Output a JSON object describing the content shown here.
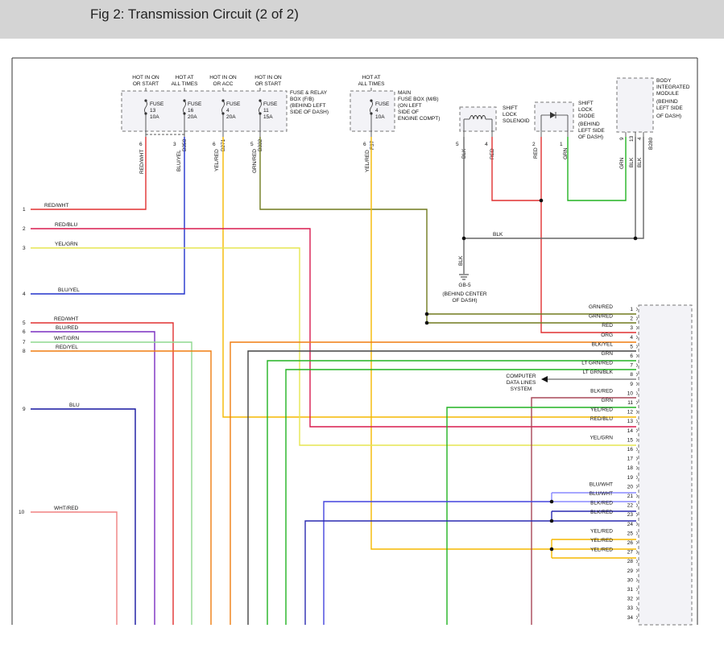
{
  "page": {
    "title": "Fig 2: Transmission Circuit (2 of 2)"
  },
  "diagram": {
    "fuse_box_fb": {
      "hot_labels": [
        [
          "HOT IN ON",
          "OR START"
        ],
        [
          "HOT AT",
          "ALL TIMES"
        ],
        [
          "HOT IN ON",
          "OR ACC"
        ],
        [
          "HOT IN ON",
          "OR START"
        ]
      ],
      "fuses": [
        [
          "FUSE",
          "13",
          "10A"
        ],
        [
          "FUSE",
          "16",
          "20A"
        ],
        [
          "FUSE",
          "4",
          "20A"
        ],
        [
          "FUSE",
          "11",
          "15A"
        ]
      ],
      "description": [
        "FUSE & RELAY",
        "BOX (F/B)",
        "(BEHIND LEFT",
        "SIDE OF DASH)"
      ],
      "pins": [
        "6",
        "3",
        "6",
        "5"
      ],
      "connectors": [
        "B358",
        "B271",
        "B332"
      ],
      "wires": [
        "RED/WHT",
        "BLU/YEL",
        "YEL/RED",
        "GRN/RED"
      ]
    },
    "main_fuse_box": {
      "hot_label": [
        "HOT AT",
        "ALL TIMES"
      ],
      "fuse": [
        "FUSE",
        "4",
        "10A"
      ],
      "description": [
        "MAIN",
        "FUSE BOX (M/B)",
        "(ON LEFT",
        "SIDE OF",
        "ENGINE COMPT)"
      ],
      "pin": "6",
      "connector": "F37",
      "wire": "YEL/RED"
    },
    "shift_lock_solenoid": {
      "label": [
        "SHIFT",
        "LOCK",
        "SOLENOID"
      ],
      "pins": [
        "5",
        "4"
      ],
      "wires": [
        "BLK",
        "RED"
      ]
    },
    "shift_lock_diode": {
      "label": [
        "SHIFT",
        "LOCK",
        "DIODE",
        "(BEHIND",
        "LEFT SIDE",
        "OF DASH)"
      ],
      "pins": [
        "2",
        "1"
      ],
      "wires": [
        "RED",
        "GRN"
      ]
    },
    "body_module": {
      "label": [
        "BODY",
        "INTEGRATED",
        "MODULE",
        "(BEHIND",
        "LEFT SIDE",
        "OF DASH)"
      ],
      "pins": [
        "9",
        "13",
        "4"
      ],
      "connector": "B280",
      "wires": [
        "GRN",
        "BLK",
        "BLK"
      ]
    },
    "ground": {
      "bus_label": "BLK",
      "wire": "BLK",
      "name": "GB-5",
      "location": [
        "(BEHIND CENTER",
        "OF DASH)"
      ]
    },
    "computer_data": [
      "COMPUTER",
      "DATA LINES",
      "SYSTEM"
    ],
    "left_circuits": [
      {
        "num": "1",
        "wire": "RED/WHT"
      },
      {
        "num": "2",
        "wire": "RED/BLU"
      },
      {
        "num": "3",
        "wire": "YEL/GRN"
      },
      {
        "num": "4",
        "wire": "BLU/YEL"
      },
      {
        "num": "5",
        "wire": "RED/WHT"
      },
      {
        "num": "6",
        "wire": "BLU/RED"
      },
      {
        "num": "7",
        "wire": "WHT/GRN"
      },
      {
        "num": "8",
        "wire": "RED/YEL"
      },
      {
        "num": "9",
        "wire": "BLU"
      },
      {
        "num": "10",
        "wire": "WHT/RED"
      }
    ],
    "connector_pins": [
      {
        "pin": "1",
        "wire": "GRN/RED"
      },
      {
        "pin": "2",
        "wire": "GRN/RED"
      },
      {
        "pin": "3",
        "wire": "RED"
      },
      {
        "pin": "4",
        "wire": "ORG"
      },
      {
        "pin": "5",
        "wire": "BLK/YEL"
      },
      {
        "pin": "6",
        "wire": "GRN"
      },
      {
        "pin": "7",
        "wire": "LT GRN/RED"
      },
      {
        "pin": "8",
        "wire": "LT GRN/BLK"
      },
      {
        "pin": "9",
        "wire": ""
      },
      {
        "pin": "10",
        "wire": "BLK/RED"
      },
      {
        "pin": "11",
        "wire": "GRN"
      },
      {
        "pin": "12",
        "wire": "YEL/RED"
      },
      {
        "pin": "13",
        "wire": "RED/BLU"
      },
      {
        "pin": "14",
        "wire": ""
      },
      {
        "pin": "15",
        "wire": "YEL/GRN"
      },
      {
        "pin": "16",
        "wire": ""
      },
      {
        "pin": "17",
        "wire": ""
      },
      {
        "pin": "18",
        "wire": ""
      },
      {
        "pin": "19",
        "wire": ""
      },
      {
        "pin": "20",
        "wire": "BLU/WHT"
      },
      {
        "pin": "21",
        "wire": "BLU/WHT"
      },
      {
        "pin": "22",
        "wire": "BLK/RED"
      },
      {
        "pin": "23",
        "wire": "BLK/RED"
      },
      {
        "pin": "24",
        "wire": ""
      },
      {
        "pin": "25",
        "wire": "YEL/RED"
      },
      {
        "pin": "26",
        "wire": "YEL/RED"
      },
      {
        "pin": "27",
        "wire": "YEL/RED"
      },
      {
        "pin": "28",
        "wire": ""
      },
      {
        "pin": "29",
        "wire": ""
      },
      {
        "pin": "30",
        "wire": ""
      },
      {
        "pin": "31",
        "wire": ""
      },
      {
        "pin": "32",
        "wire": ""
      },
      {
        "pin": "33",
        "wire": ""
      },
      {
        "pin": "34",
        "wire": ""
      }
    ],
    "colors": {
      "red": "#e03030",
      "blue": "#2233cc",
      "yellow": "#e8e060",
      "olive": "#707a1e",
      "orange": "#f07d10",
      "green": "#22b322",
      "purple": "#7a2fc0",
      "light_green": "#8fd88f",
      "amber": "#f5a800",
      "dark_red": "#a01030",
      "pink": "#f08080",
      "gray": "#666666",
      "brown_red": "#a84858",
      "lavender": "#8888ff",
      "dark_blue": "#1515a0"
    }
  }
}
